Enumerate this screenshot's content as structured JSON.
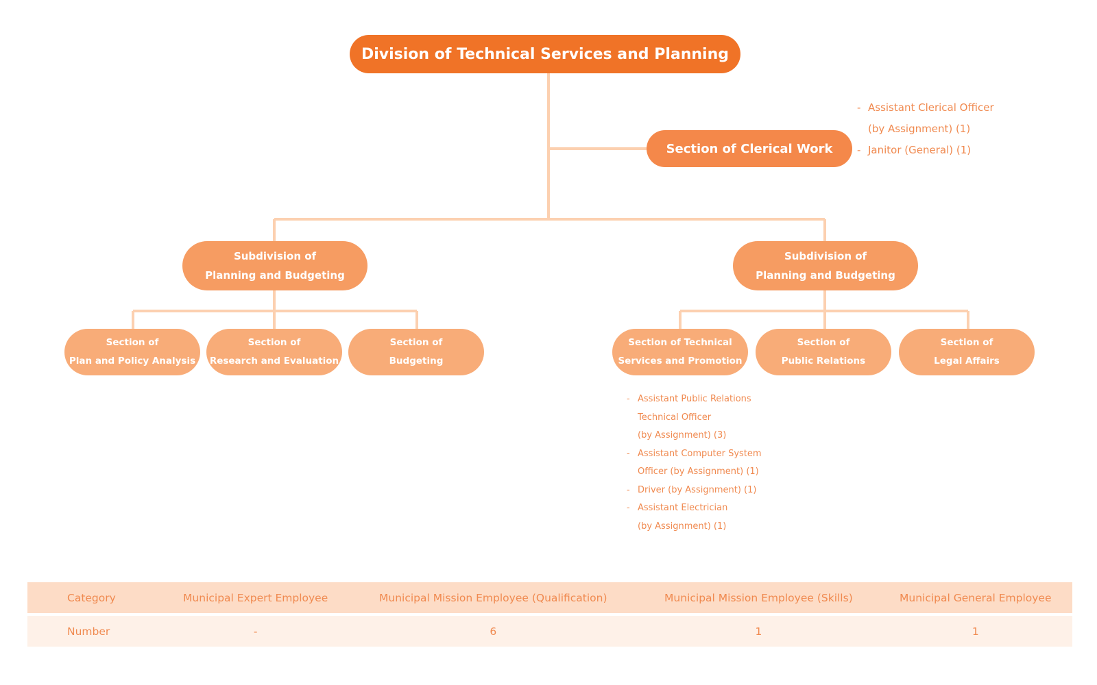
{
  "diagram": {
    "root": {
      "label": "Division of Technical Services and Planning"
    },
    "clerical": {
      "label": "Section of Clerical Work",
      "staff": [
        {
          "lines": [
            "Assistant Clerical Officer",
            "(by Assignment) (1)"
          ]
        },
        {
          "lines": [
            "Janitor (General) (1)"
          ]
        }
      ]
    },
    "subdivisions": [
      {
        "lines": [
          "Subdivision of",
          "Planning and Budgeting"
        ],
        "sections": [
          {
            "lines": [
              "Section of",
              "Plan and Policy Analysis"
            ]
          },
          {
            "lines": [
              "Section of",
              "Research and Evaluation"
            ]
          },
          {
            "lines": [
              "Section of",
              "Budgeting"
            ]
          }
        ]
      },
      {
        "lines": [
          "Subdivision of",
          "Planning and Budgeting"
        ],
        "sections": [
          {
            "lines": [
              "Section of Technical",
              "Services and Promotion"
            ]
          },
          {
            "lines": [
              "Section of",
              "Public Relations"
            ]
          },
          {
            "lines": [
              "Section of",
              "Legal Affairs"
            ]
          }
        ]
      }
    ],
    "technical_staff": [
      {
        "lines": [
          "Assistant Public Relations",
          "Technical Officer",
          "(by Assignment) (3)"
        ]
      },
      {
        "lines": [
          "Assistant Computer System",
          "Officer (by Assignment) (1)"
        ]
      },
      {
        "lines": [
          "Driver (by Assignment) (1)"
        ]
      },
      {
        "lines": [
          "Assistant Electrician",
          "(by Assignment) (1)"
        ]
      }
    ],
    "bullet": "-"
  },
  "summary_table": {
    "headers": [
      "Category",
      "Municipal Expert Employee",
      "Municipal Mission Employee (Qualification)",
      "Municipal Mission Employee (Skills)",
      "Municipal General Employee"
    ],
    "row": [
      "Number",
      "-",
      "6",
      "1",
      "1"
    ]
  },
  "colors": {
    "root": "#f07327",
    "clerical": "#f4884a",
    "subdivision": "#f69c62",
    "section": "#f8ac78",
    "connector": "#fcd0b0",
    "staff_text": "#f08a50",
    "table_header_bg": "#fddcc6",
    "table_row_bg": "#fef1e8"
  }
}
